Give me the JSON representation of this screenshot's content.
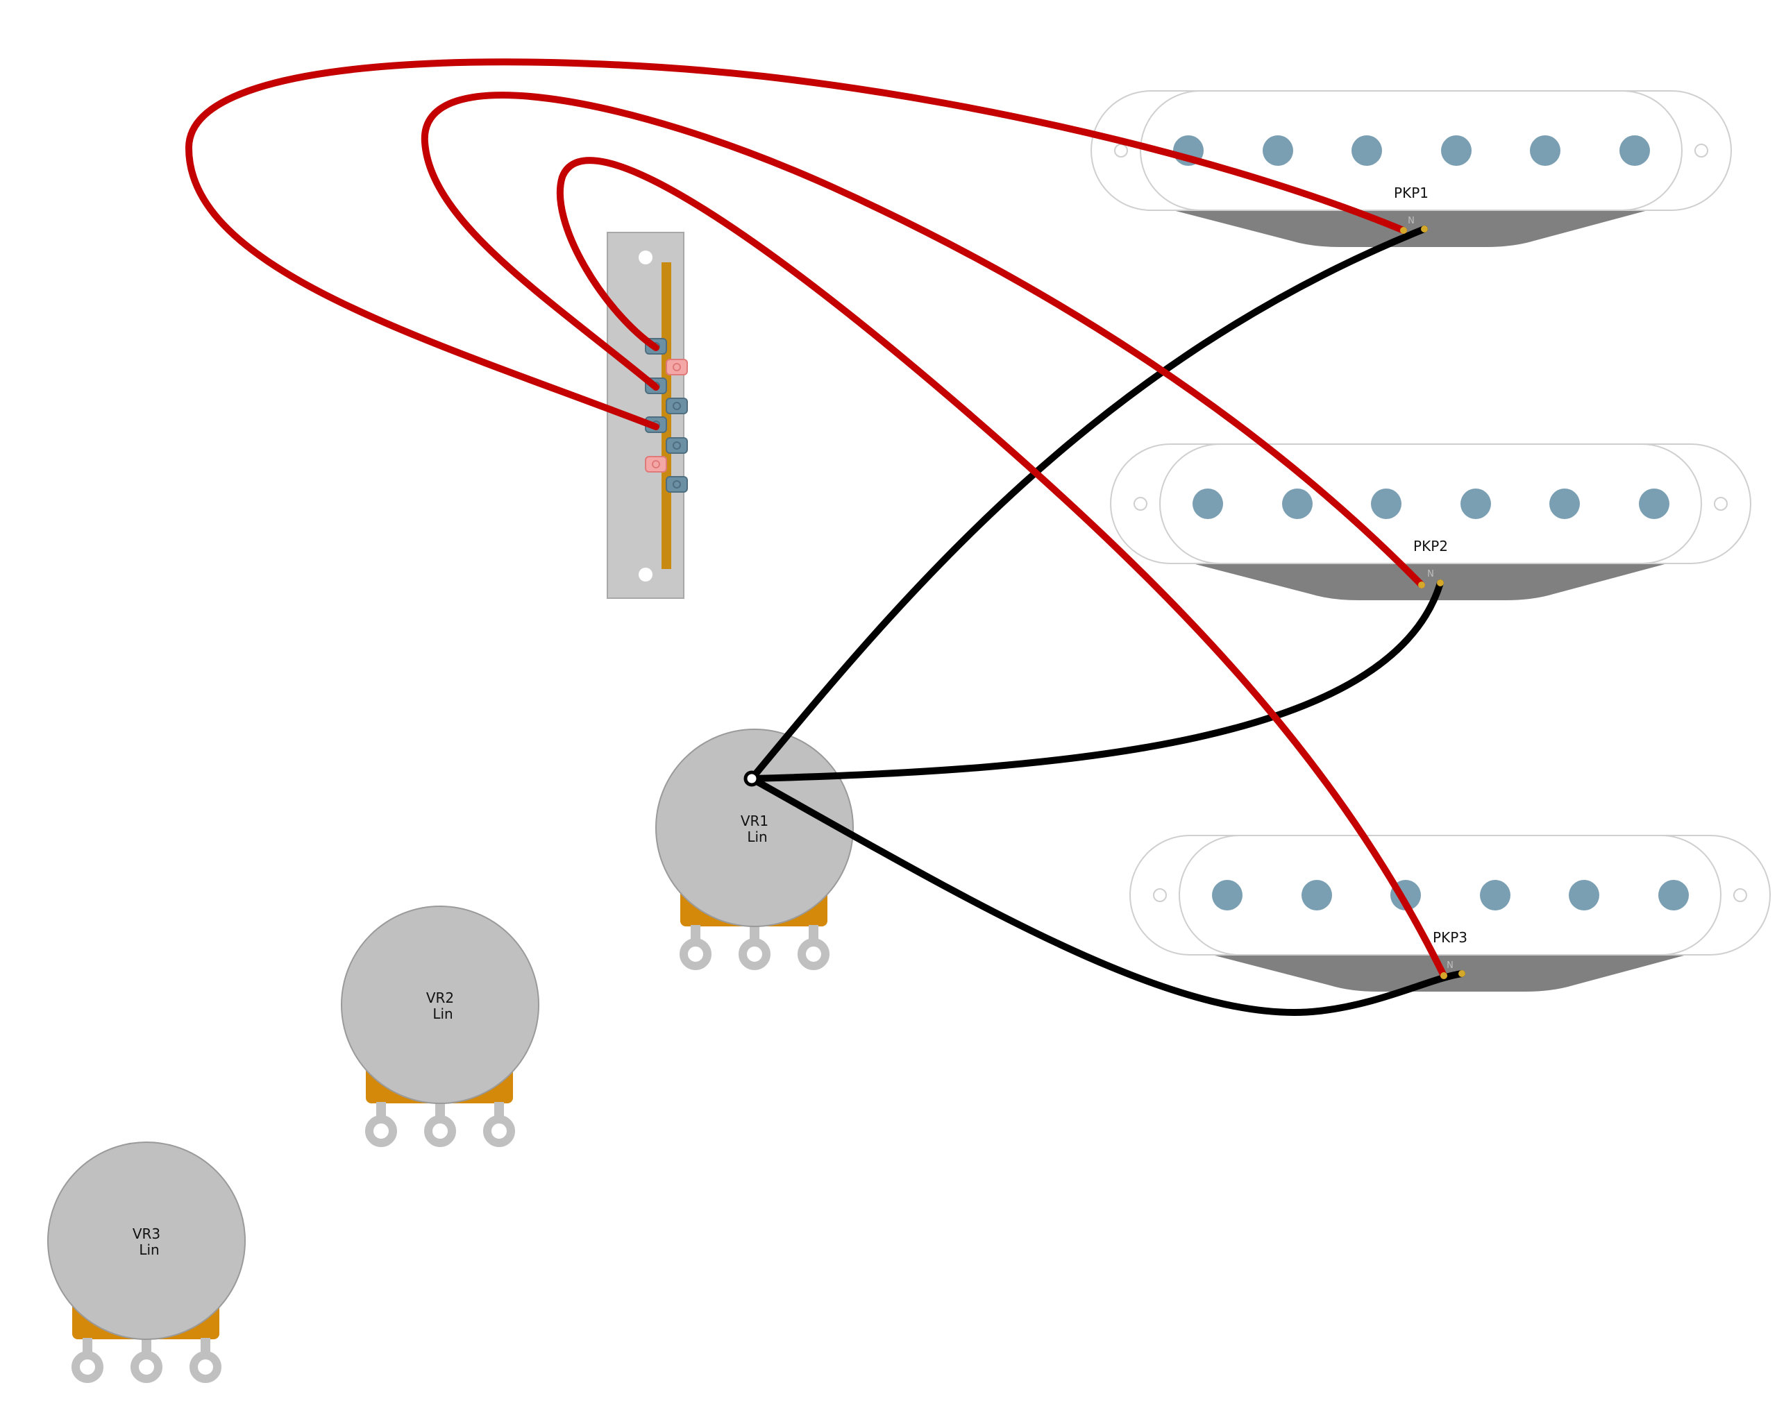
{
  "colors": {
    "background": "#ffffff",
    "wire_red": "#c40000",
    "wire_black": "#000000",
    "pot_body": "#c0c0c0",
    "pot_base": "#d4890a",
    "pickup_bracket": "#808080",
    "pole_piece": "#7a9fb3",
    "switch_plate": "#c8c8c8",
    "switch_bar": "#c88a10",
    "lug_blue": "#6b8fa3",
    "lug_pink": "#f4a7a7"
  },
  "pickups": [
    {
      "id": "pkp1",
      "label": "PKP1",
      "pole_label": "N"
    },
    {
      "id": "pkp2",
      "label": "PKP2",
      "pole_label": "N"
    },
    {
      "id": "pkp3",
      "label": "PKP3",
      "pole_label": "N"
    }
  ],
  "pots": [
    {
      "id": "vr1",
      "name": "VR1",
      "taper": "Lin"
    },
    {
      "id": "vr2",
      "name": "VR2",
      "taper": "Lin"
    },
    {
      "id": "vr3",
      "name": "VR3",
      "taper": "Lin"
    }
  ],
  "switch": {
    "id": "sw1",
    "lugs": 8
  },
  "wires": [
    {
      "id": "red-switch-to-pkp1",
      "color": "red",
      "from": "switch lug 5",
      "to": "PKP1 hot"
    },
    {
      "id": "red-switch-to-pkp2",
      "color": "red",
      "from": "switch lug 3",
      "to": "PKP2 hot"
    },
    {
      "id": "red-switch-to-pkp3",
      "color": "red",
      "from": "switch lug 1",
      "to": "PKP3 hot"
    },
    {
      "id": "black-vr1-to-pkp1",
      "color": "black",
      "from": "VR1 case",
      "to": "PKP1 ground"
    },
    {
      "id": "black-vr1-to-pkp2",
      "color": "black",
      "from": "VR1 case",
      "to": "PKP2 ground"
    },
    {
      "id": "black-vr1-to-pkp3",
      "color": "black",
      "from": "VR1 case",
      "to": "PKP3 ground"
    }
  ]
}
